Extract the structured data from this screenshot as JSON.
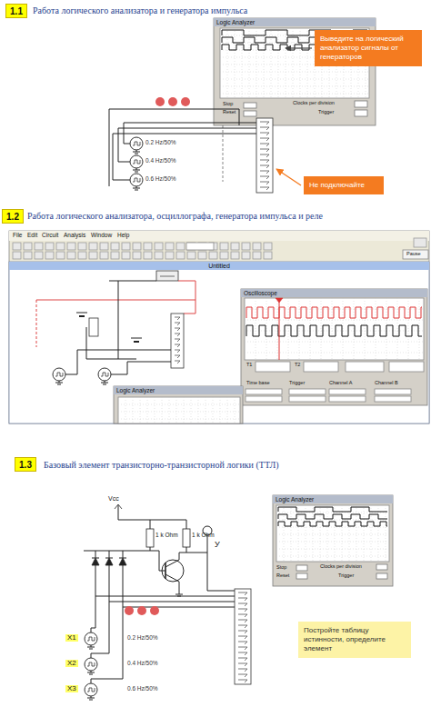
{
  "diagram": {
    "nodes": [
      {
        "text": [
          "1.1"
        ]
      },
      {
        "text": [
          "Logic Analyzer"
        ]
      },
      {
        "text": [
          "Выведите на логический анализатор сигналы от генераторов"
        ]
      },
      {
        "text": [
          "Не подключайте"
        ]
      },
      {
        "text": [
          "1.2"
        ]
      },
      {
        "text": [
          "Untitled"
        ]
      },
      {
        "text": [
          "Oscilloscope"
        ],
        "in": 5
      },
      {
        "text": [
          "Logic Analyzer"
        ],
        "in": 5
      },
      {
        "text": [
          "1.3"
        ]
      },
      {
        "text": [
          "Logic Analyzer"
        ]
      },
      {
        "text": [
          "Постройте таблицу истинности, определите элемент"
        ]
      }
    ],
    "labels": [
      "Работа логического анализатора и генератора импульса",
      "0.2 Hz/50%",
      "0.4 Hz/50%",
      "0.6 Hz/50%",
      "Stop",
      "Reset",
      "Clocks per division",
      "Trigger",
      "Работа логического анализатора, осциллографа, генератора импульса и реле",
      "File",
      "Edit",
      "Circuit",
      "Analysis",
      "Window",
      "Help",
      "Pause",
      "T1",
      "T2",
      "Time base",
      "Trigger",
      "Channel A",
      "Channel B",
      "Базовый элемент транзисторно-транзисторной логики (ТТЛ)",
      "Vcc",
      "1 k Ohm",
      "1 k Ohm",
      "У",
      "0.2 Hz/50%",
      "0.4 Hz/50%",
      "0.6 Hz/50%",
      "X1",
      "X2",
      "X3",
      "Stop",
      "Reset",
      "Clocks per division",
      "Trigger"
    ]
  }
}
